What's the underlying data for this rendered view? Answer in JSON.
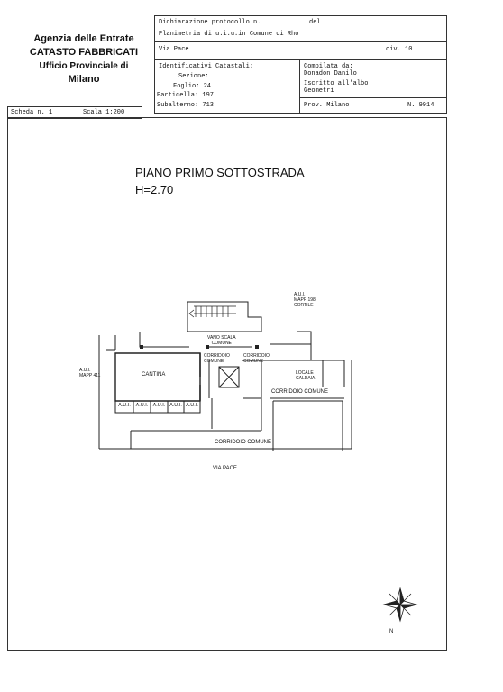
{
  "agency": {
    "line1": "Agenzia delle Entrate",
    "line2": "CATASTO FABBRICATI",
    "line3": "Ufficio Provinciale di",
    "line4": "Milano"
  },
  "header": {
    "dichiarazione_label": "Dichiarazione protocollo n.",
    "del_label": "del",
    "planimetria": "Planimetria di u.i.u.in Comune di Rho",
    "via": "Via Pace",
    "civ": "civ. 10",
    "identificativi": "Identificativi Catastali:",
    "sezione": "Sezione:",
    "foglio": "Foglio: 24",
    "particella": "Particella: 197",
    "subalterno": "Subalterno: 713",
    "compilata_label": "Compilata da:",
    "compilata_nome": "Donadon Danilo",
    "iscritto": "Iscritto all'albo:",
    "albo": "Geometri",
    "prov": "Prov. Milano",
    "numero": "N. 9914"
  },
  "scheda": {
    "scheda": "Scheda n. 1",
    "scala": "Scala 1:200"
  },
  "plan": {
    "title": "PIANO PRIMO SOTTOSTRADA",
    "height": "H=2.70",
    "aui_top_1": "A.U.I.",
    "aui_top_2": "MAPP 198",
    "aui_top_3": "CORTILE",
    "aui_left_1": "A.U.I.",
    "aui_left_2": "MAPP 411",
    "vano_scala_1": "VANO SCALA",
    "vano_scala_2": "COMUNE",
    "corr_a_1": "CORRIDOIO",
    "corr_a_2": "COMUNE",
    "corr_b_1": "CORRIDOIO",
    "corr_b_2": "COMUNE",
    "cantina": "CANTINA",
    "locale_1": "LOCALE",
    "locale_2": "CALDAIA",
    "corridoio_right": "CORRIDOIO COMUNE",
    "corridoio_bottom": "CORRIDOIO COMUNE",
    "aui_cells": [
      "A.U.I.",
      "A.U.I.",
      "A.U.I.",
      "A.U.I.",
      "A.U.I."
    ],
    "via_pace": "VIA PACE",
    "north": "N"
  }
}
